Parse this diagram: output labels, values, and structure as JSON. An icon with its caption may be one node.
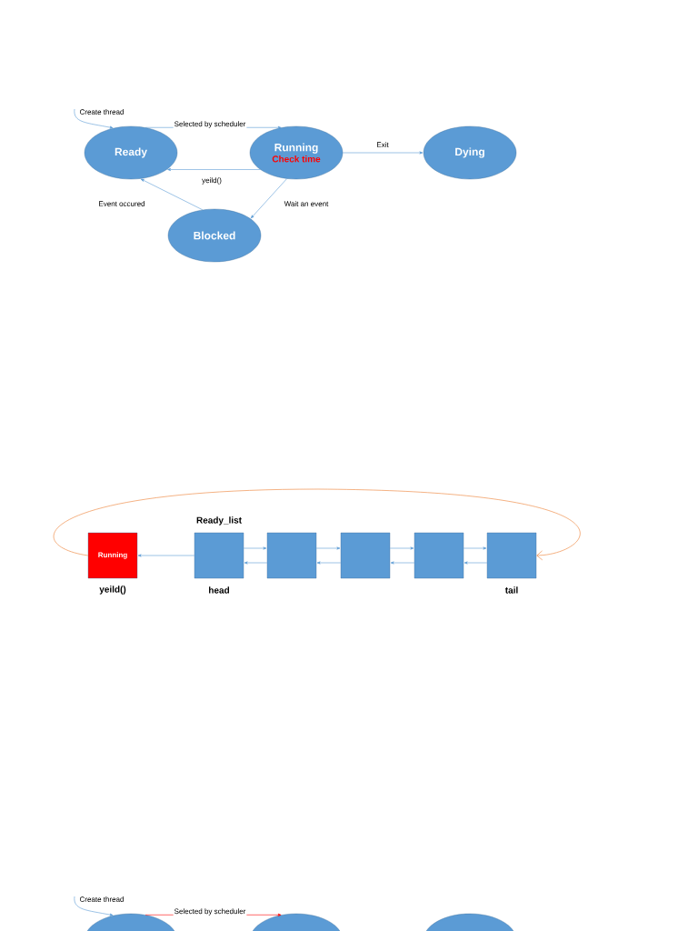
{
  "diagram": {
    "nodes": [
      {
        "text": [
          "Ready"
        ]
      },
      {
        "text": [
          "Running",
          "Check time"
        ]
      },
      {
        "text": [
          "Dying"
        ]
      },
      {
        "text": [
          "Blocked"
        ]
      },
      {
        "text": [
          "Running"
        ],
        "beside": [
          "yeild()"
        ]
      },
      {
        "text": [],
        "shape": "box",
        "beside": [
          "Ready_list",
          "head"
        ]
      },
      {
        "text": [],
        "shape": "box"
      },
      {
        "text": [],
        "shape": "box"
      },
      {
        "text": [],
        "shape": "box"
      },
      {
        "text": [],
        "shape": "box",
        "beside": [
          "tail"
        ]
      },
      {
        "text": [],
        "shape": "ellipse"
      },
      {
        "text": [],
        "shape": "ellipse"
      },
      {
        "text": [],
        "shape": "ellipse"
      }
    ],
    "edges": [
      {
        "from": null,
        "to": 0,
        "arrow": "to",
        "label": "Create thread"
      },
      {
        "from": 0,
        "to": 1,
        "arrow": "to",
        "label": "Selected by scheduler"
      },
      {
        "from": 1,
        "to": 0,
        "arrow": "to",
        "label": "yeild()"
      },
      {
        "from": 1,
        "to": 2,
        "arrow": "to",
        "label": "Exit"
      },
      {
        "from": 1,
        "to": 3,
        "arrow": "to",
        "label": "Wait an event"
      },
      {
        "from": 3,
        "to": 0,
        "arrow": "to",
        "label": "Event occured"
      },
      {
        "from": 5,
        "to": 4,
        "arrow": "to"
      },
      {
        "from": 5,
        "to": 6,
        "arrow": "to"
      },
      {
        "from": 6,
        "to": 7,
        "arrow": "to"
      },
      {
        "from": 7,
        "to": 8,
        "arrow": "to"
      },
      {
        "from": 8,
        "to": 9,
        "arrow": "to"
      },
      {
        "from": 6,
        "to": 5,
        "arrow": "to"
      },
      {
        "from": 7,
        "to": 6,
        "arrow": "to"
      },
      {
        "from": 8,
        "to": 7,
        "arrow": "to"
      },
      {
        "from": 9,
        "to": 8,
        "arrow": "to"
      },
      {
        "from": 4,
        "to": 9,
        "arrow": "to",
        "color": "#ed7d31"
      },
      {
        "from": null,
        "to": 10,
        "arrow": "to",
        "label": "Create thread"
      },
      {
        "from": 10,
        "to": 11,
        "arrow": "to",
        "label": "Selected by scheduler",
        "color": "#ff0000"
      }
    ]
  }
}
